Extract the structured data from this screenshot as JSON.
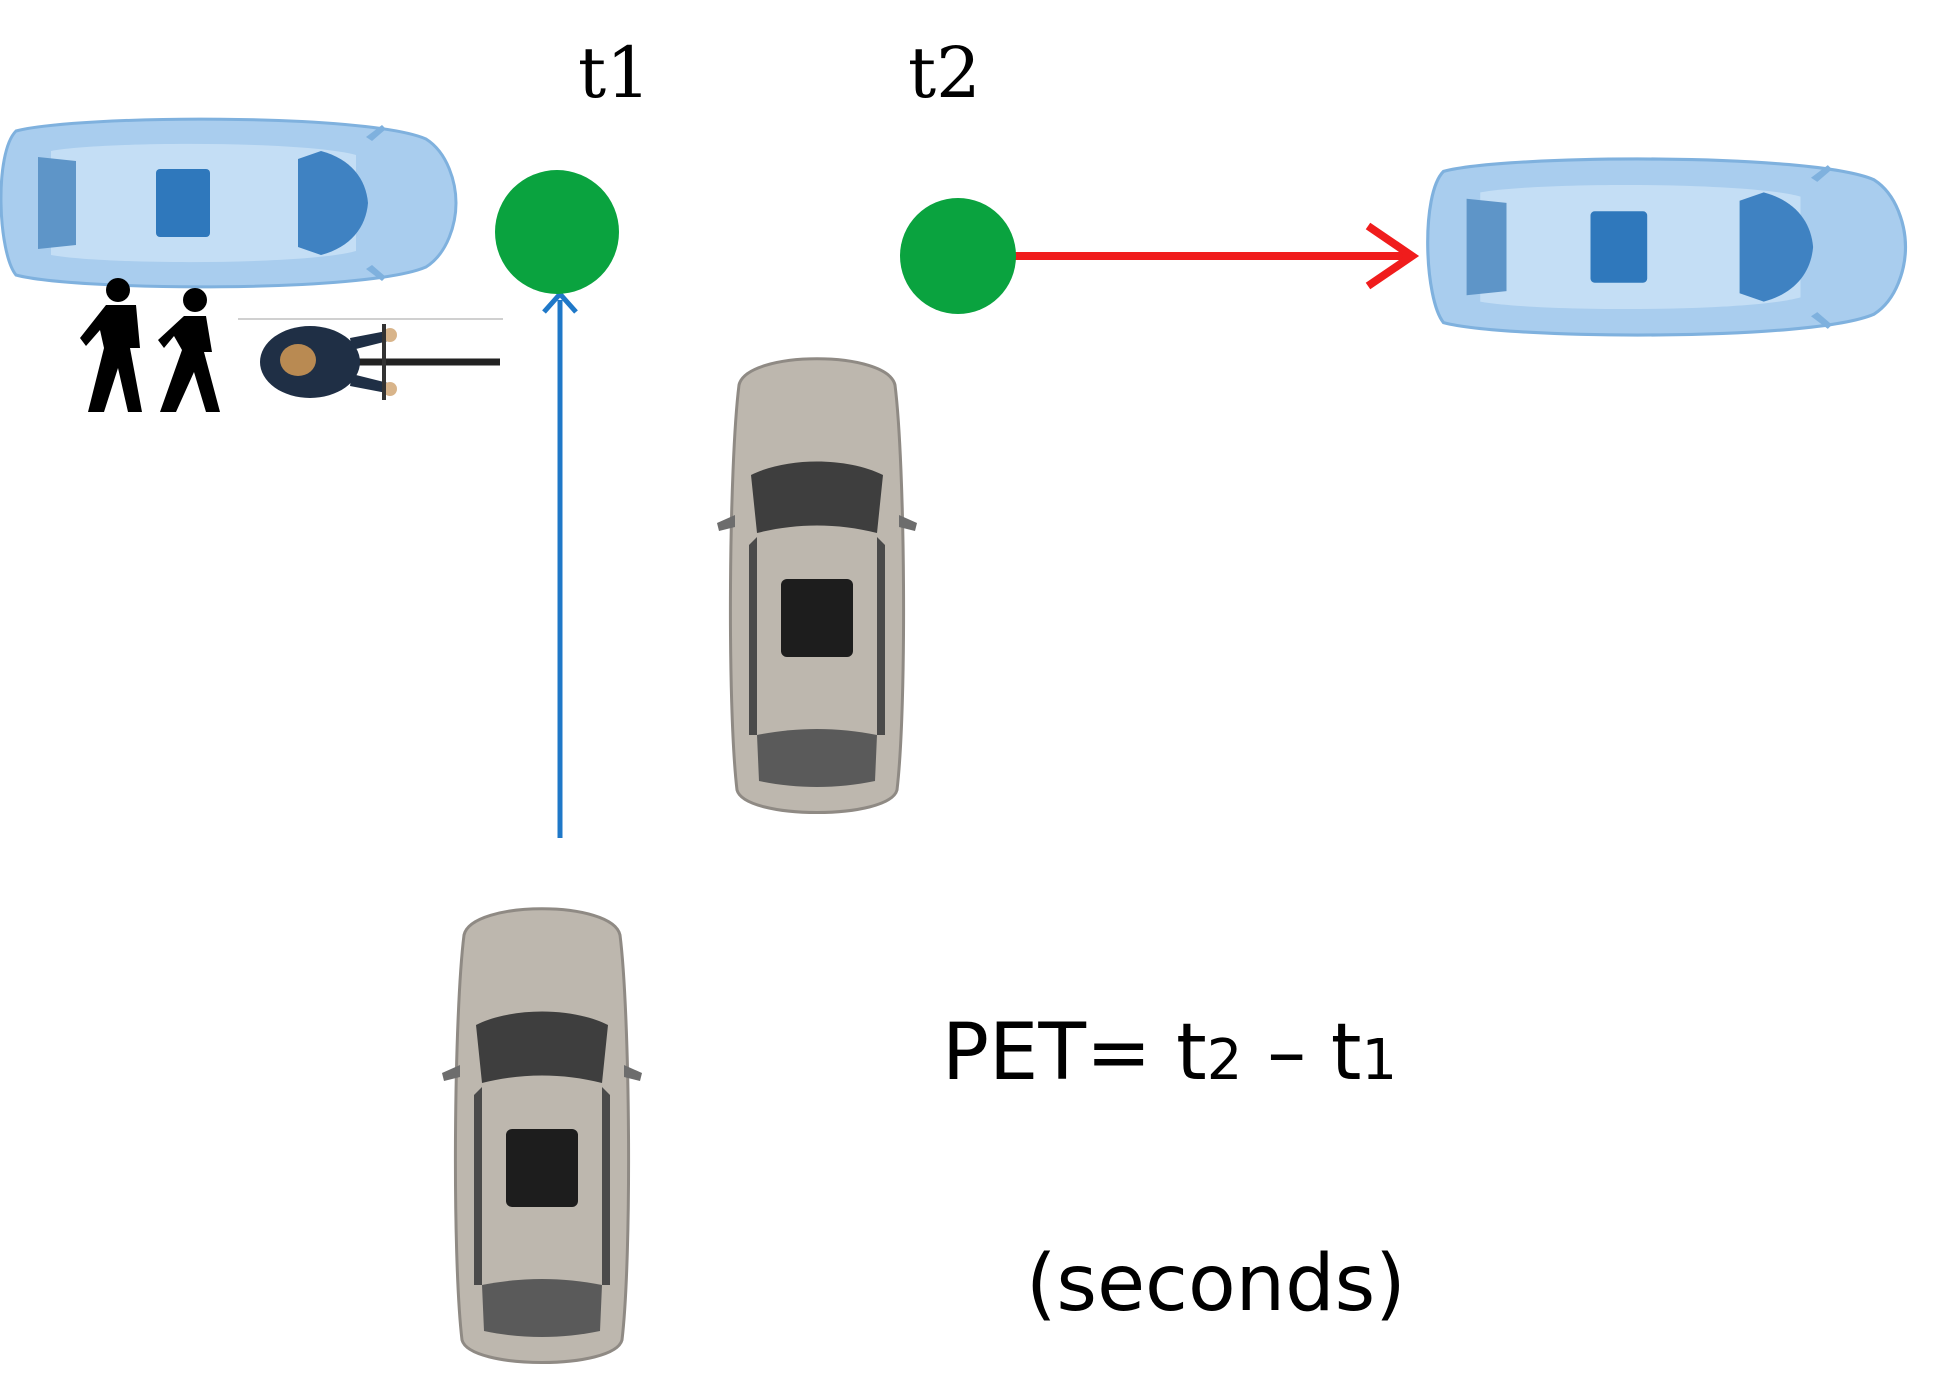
{
  "labels": {
    "t1": "t1",
    "t2": "t2"
  },
  "formula": {
    "prefix": "PET= t",
    "sub_a": "2",
    "middle": " – t",
    "sub_b": "1"
  },
  "unit": "(seconds)",
  "colors": {
    "conflict_point": "#0aa33f",
    "path_first_vehicle": "#1f78c8",
    "path_second_vehicle": "#f01c1c",
    "blue_car_body": "#a9cdee",
    "gray_car_body": "#bdb7ae"
  },
  "icons": [
    "blue-car-icon",
    "pedestrian-icon",
    "cyclist-icon",
    "gray-car-icon"
  ]
}
